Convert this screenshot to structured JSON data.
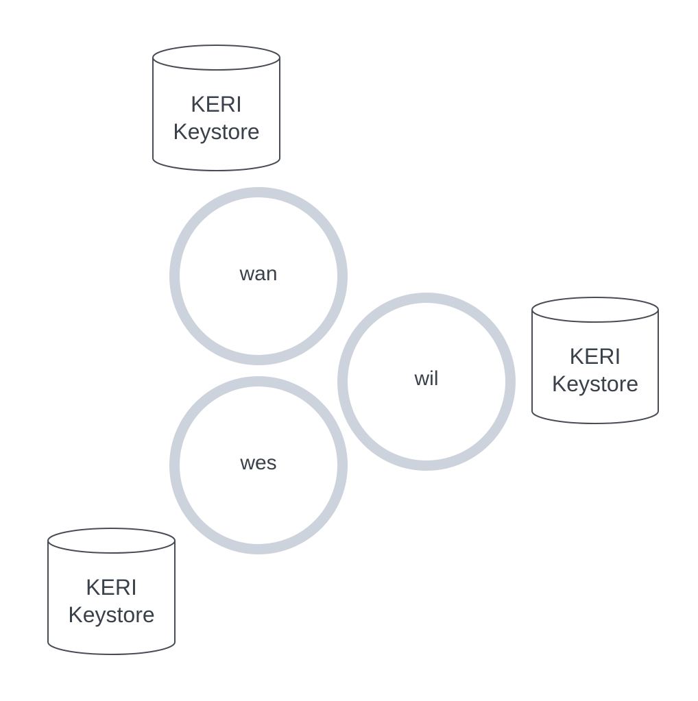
{
  "diagram": {
    "colors": {
      "background": "#ffffff",
      "node_stroke": "#cdd3dc",
      "text": "#3a414a",
      "store_stroke": "#474c55"
    },
    "nodes": [
      {
        "id": "wan",
        "label": "wan",
        "shape": "circle"
      },
      {
        "id": "wil",
        "label": "wil",
        "shape": "circle"
      },
      {
        "id": "wes",
        "label": "wes",
        "shape": "circle"
      }
    ],
    "keystores": [
      {
        "id": "keystore-wan",
        "line1": "KERI",
        "line2": "Keystore",
        "shape": "cylinder",
        "associated_node": "wan"
      },
      {
        "id": "keystore-wil",
        "line1": "KERI",
        "line2": "Keystore",
        "shape": "cylinder",
        "associated_node": "wil"
      },
      {
        "id": "keystore-wes",
        "line1": "KERI",
        "line2": "Keystore",
        "shape": "cylinder",
        "associated_node": "wes"
      }
    ]
  }
}
